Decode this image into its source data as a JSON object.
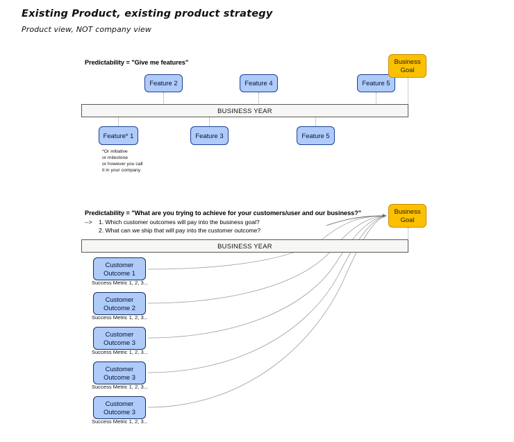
{
  "header": {
    "title": "Existing Product, existing product strategy",
    "subtitle": "Product view, NOT company view"
  },
  "section_features": {
    "heading": "Predictability = \"Give me features\"",
    "timeline_label": "BUSINESS YEAR",
    "goal_label": "Business\nGoal",
    "goal_line1": "Business",
    "goal_line2": "Goal",
    "above_items": [
      {
        "label": "Feature 2"
      },
      {
        "label": "Feature 4"
      },
      {
        "label": "Feature 5"
      }
    ],
    "below_items": [
      {
        "label": "Feature* 1"
      },
      {
        "label": "Feature 3"
      },
      {
        "label": "Feature 5"
      }
    ],
    "footnote_lines": [
      "*Or initiative",
      "or milestone",
      "or however you call",
      "it in your company"
    ]
  },
  "section_outcomes": {
    "heading": "Predictability = \"What are you trying to achieve for your customers/user and our business?\"",
    "arrow_marker": "-->",
    "questions": [
      "1. Which customer outcomes will pay into the business goal?",
      "2. What can we ship that will pay into the customer outcome?"
    ],
    "timeline_label": "BUSINESS YEAR",
    "goal_line1": "Business",
    "goal_line2": "Goal",
    "outcomes": [
      {
        "line1": "Customer",
        "line2": "Outcome 1",
        "metric": "Success Metric 1, 2, 3..."
      },
      {
        "line1": "Customer",
        "line2": "Outcome 2",
        "metric": "Success Metric 1, 2, 3..."
      },
      {
        "line1": "Customer",
        "line2": "Outcome 3",
        "metric": "Success Metric 1, 2, 3..."
      },
      {
        "line1": "Customer",
        "line2": "Outcome 3",
        "metric": "Success Metric 1, 2, 3..."
      },
      {
        "line1": "Customer",
        "line2": "Outcome 3",
        "metric": "Success Metric 1, 2, 3..."
      }
    ]
  },
  "colors": {
    "node_fill": "#aecbfa",
    "node_border": "#1b3f94",
    "goal_fill": "#fbc100",
    "goal_border": "#c98a00",
    "bar_fill": "#f6f6f4",
    "bar_border": "#585858",
    "connector": "#9a9a9a"
  }
}
